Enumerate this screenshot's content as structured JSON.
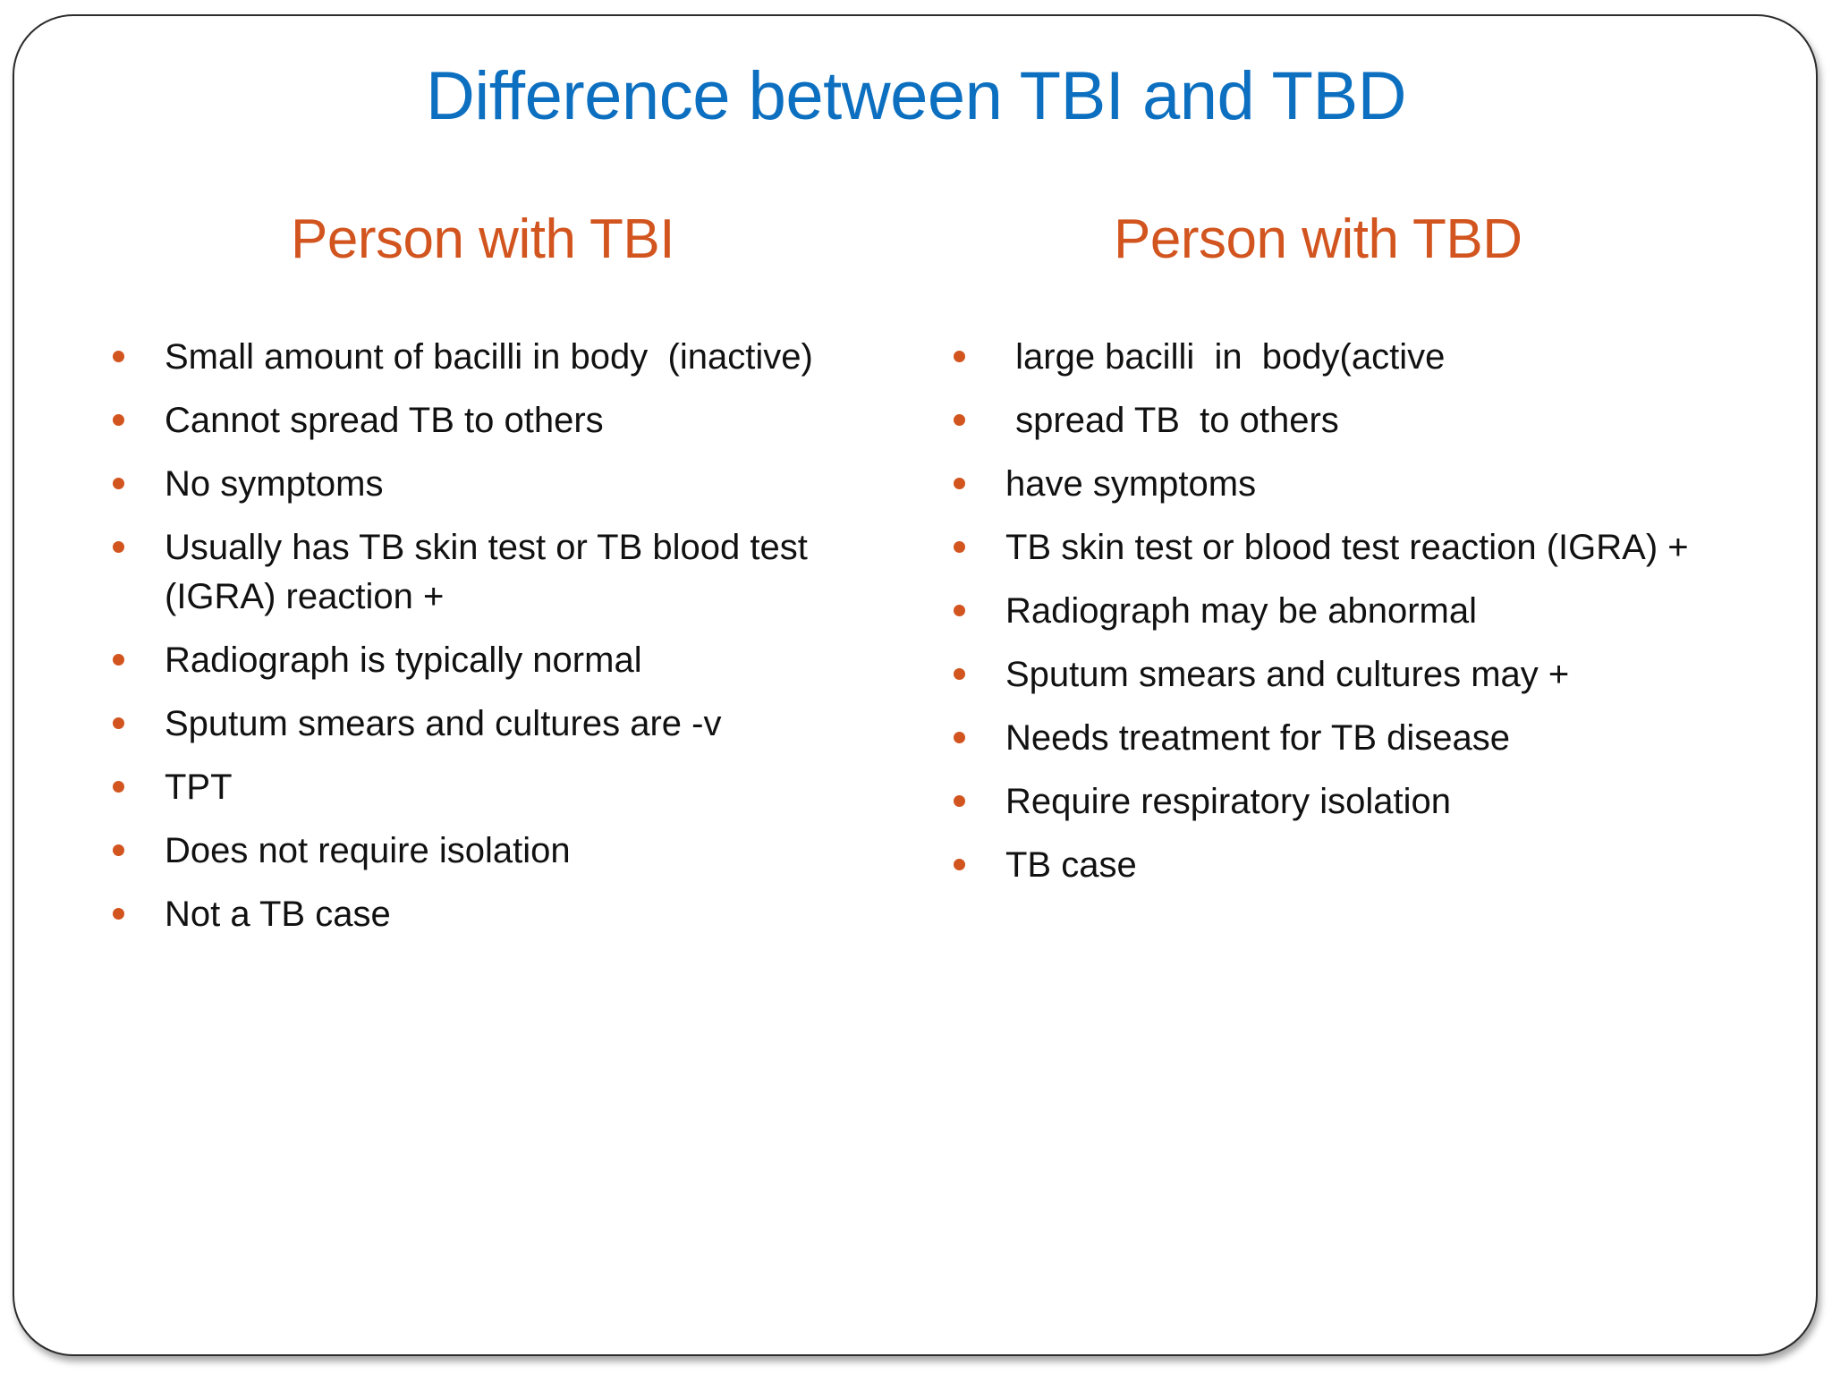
{
  "slide": {
    "title": "Difference between TBI and TBD",
    "columns": [
      {
        "heading": "Person with TBI",
        "items": [
          "Small amount of bacilli in body  (inactive)",
          "Cannot spread TB to others",
          "No symptoms",
          "Usually has TB skin test or TB blood test (IGRA) reaction +",
          "Radiograph is typically normal",
          "Sputum smears and cultures are -v",
          "TPT",
          "Does not require isolation",
          "Not a TB case"
        ]
      },
      {
        "heading": "Person with TBD",
        "items": [
          " large bacilli  in  body(active",
          " spread TB  to others",
          "have symptoms",
          "TB skin test or blood test reaction (IGRA) +",
          "Radiograph may be abnormal",
          "Sputum smears and cultures may +",
          "Needs treatment for TB disease",
          "Require respiratory isolation",
          "TB case"
        ]
      }
    ],
    "colors": {
      "title": "#0c6fc0",
      "heading": "#d2541e",
      "bullet": "#d2541e",
      "text": "#111111"
    }
  }
}
